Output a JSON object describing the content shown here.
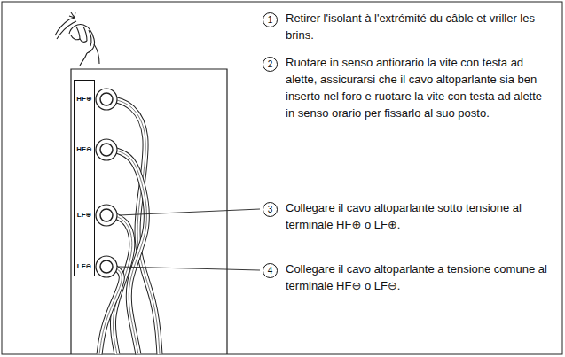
{
  "diagram": {
    "nodes": [
      {
        "text": [
          "HF⊕",
          "HF⊖",
          "LF⊕",
          "LF⊖"
        ]
      }
    ],
    "labels": [
      "1",
      "Retirer l'isolant à l'extrémité du câble et vriller les brins.",
      "2",
      "Ruotare in senso antiorario la vite con testa ad alette, assicurarsi che il cavo altoparlante sia ben inserto nel foro e ruotare la vite con testa ad alette in senso orario per fissarlo al suo posto.",
      "3",
      "Collegare il cavo altoparlante sotto tensione al terminale HF⊕ o LF⊕.",
      "4",
      "Collegare il cavo altoparlante a tensione comune al terminale HF⊖ o LF⊖."
    ]
  }
}
